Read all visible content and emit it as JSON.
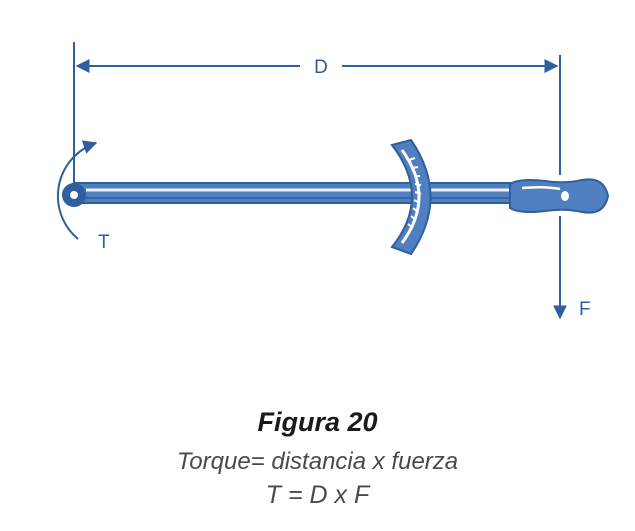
{
  "diagram": {
    "distance_label": "D",
    "torque_label": "T",
    "force_label": "F",
    "colors": {
      "ink": "#2f5f9e",
      "fill": "#4f7fbf",
      "highlight": "#ffffff"
    }
  },
  "caption": {
    "title": "Figura 20",
    "line1": "Torque= distancia x fuerza",
    "line2": "T =  D x F"
  }
}
